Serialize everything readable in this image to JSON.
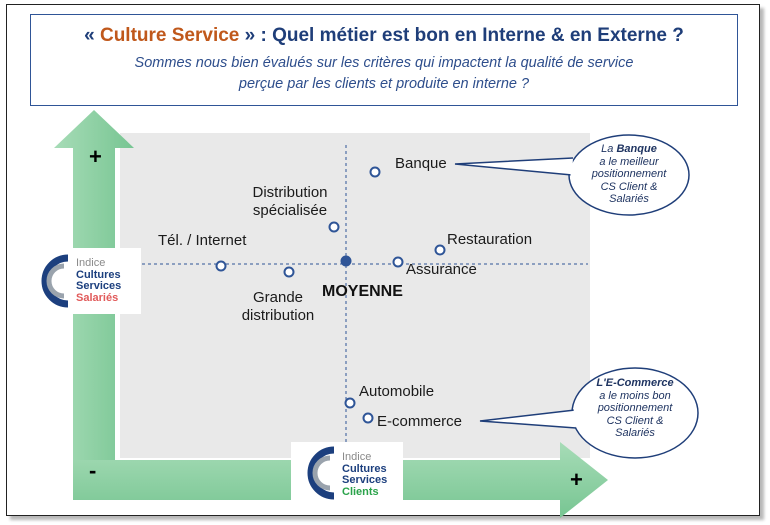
{
  "header": {
    "title_open": "« ",
    "title_brand": "Culture Service",
    "title_rest": " » : Quel métier est bon en Interne & en Externe ?",
    "subtitle_line1": "Sommes nous bien évalués sur les critères qui impactent la qualité de service",
    "subtitle_line2": "perçue par les clients et produite en interne ?"
  },
  "axes": {
    "y_plus": "+",
    "y_minus": "-",
    "x_plus": "+",
    "center_label": "MOYENNE"
  },
  "points": {
    "banque": "Banque",
    "distribution_specialisee_1": "Distribution",
    "distribution_specialisee_2": "spécialisée",
    "tel_internet": "Tél. / Internet",
    "restauration": "Restauration",
    "assurance": "Assurance",
    "grande_distribution_1": "Grande",
    "grande_distribution_2": "distribution",
    "automobile": "Automobile",
    "ecommerce": "E-commerce"
  },
  "callouts": {
    "top": {
      "line1_pre": "La ",
      "line1_bold": "Banque",
      "line2": "a le meilleur",
      "line3": "positionnement",
      "line4": "CS Client  &",
      "line5": "Salariés"
    },
    "bottom": {
      "line1_bold": "L'E-Commerce",
      "line2": "a le moins bon",
      "line3": "positionnement",
      "line4": "CS Client &",
      "line5": "Salariés"
    }
  },
  "logos": {
    "y_axis": {
      "indice": "Indice",
      "l1": "Cultures",
      "l2": "Services",
      "l3": "Salariés"
    },
    "x_axis": {
      "indice": "Indice",
      "l1": "Cultures",
      "l2": "Services",
      "l3": "Clients"
    }
  },
  "colors": {
    "arrow_green": "#8fd1a3",
    "arrow_green_dark": "#6cbd86",
    "brand_orange": "#c0581b",
    "title_blue": "#1f3e79",
    "point_blue": "#2f5597",
    "callout_border": "#1f3e79"
  }
}
